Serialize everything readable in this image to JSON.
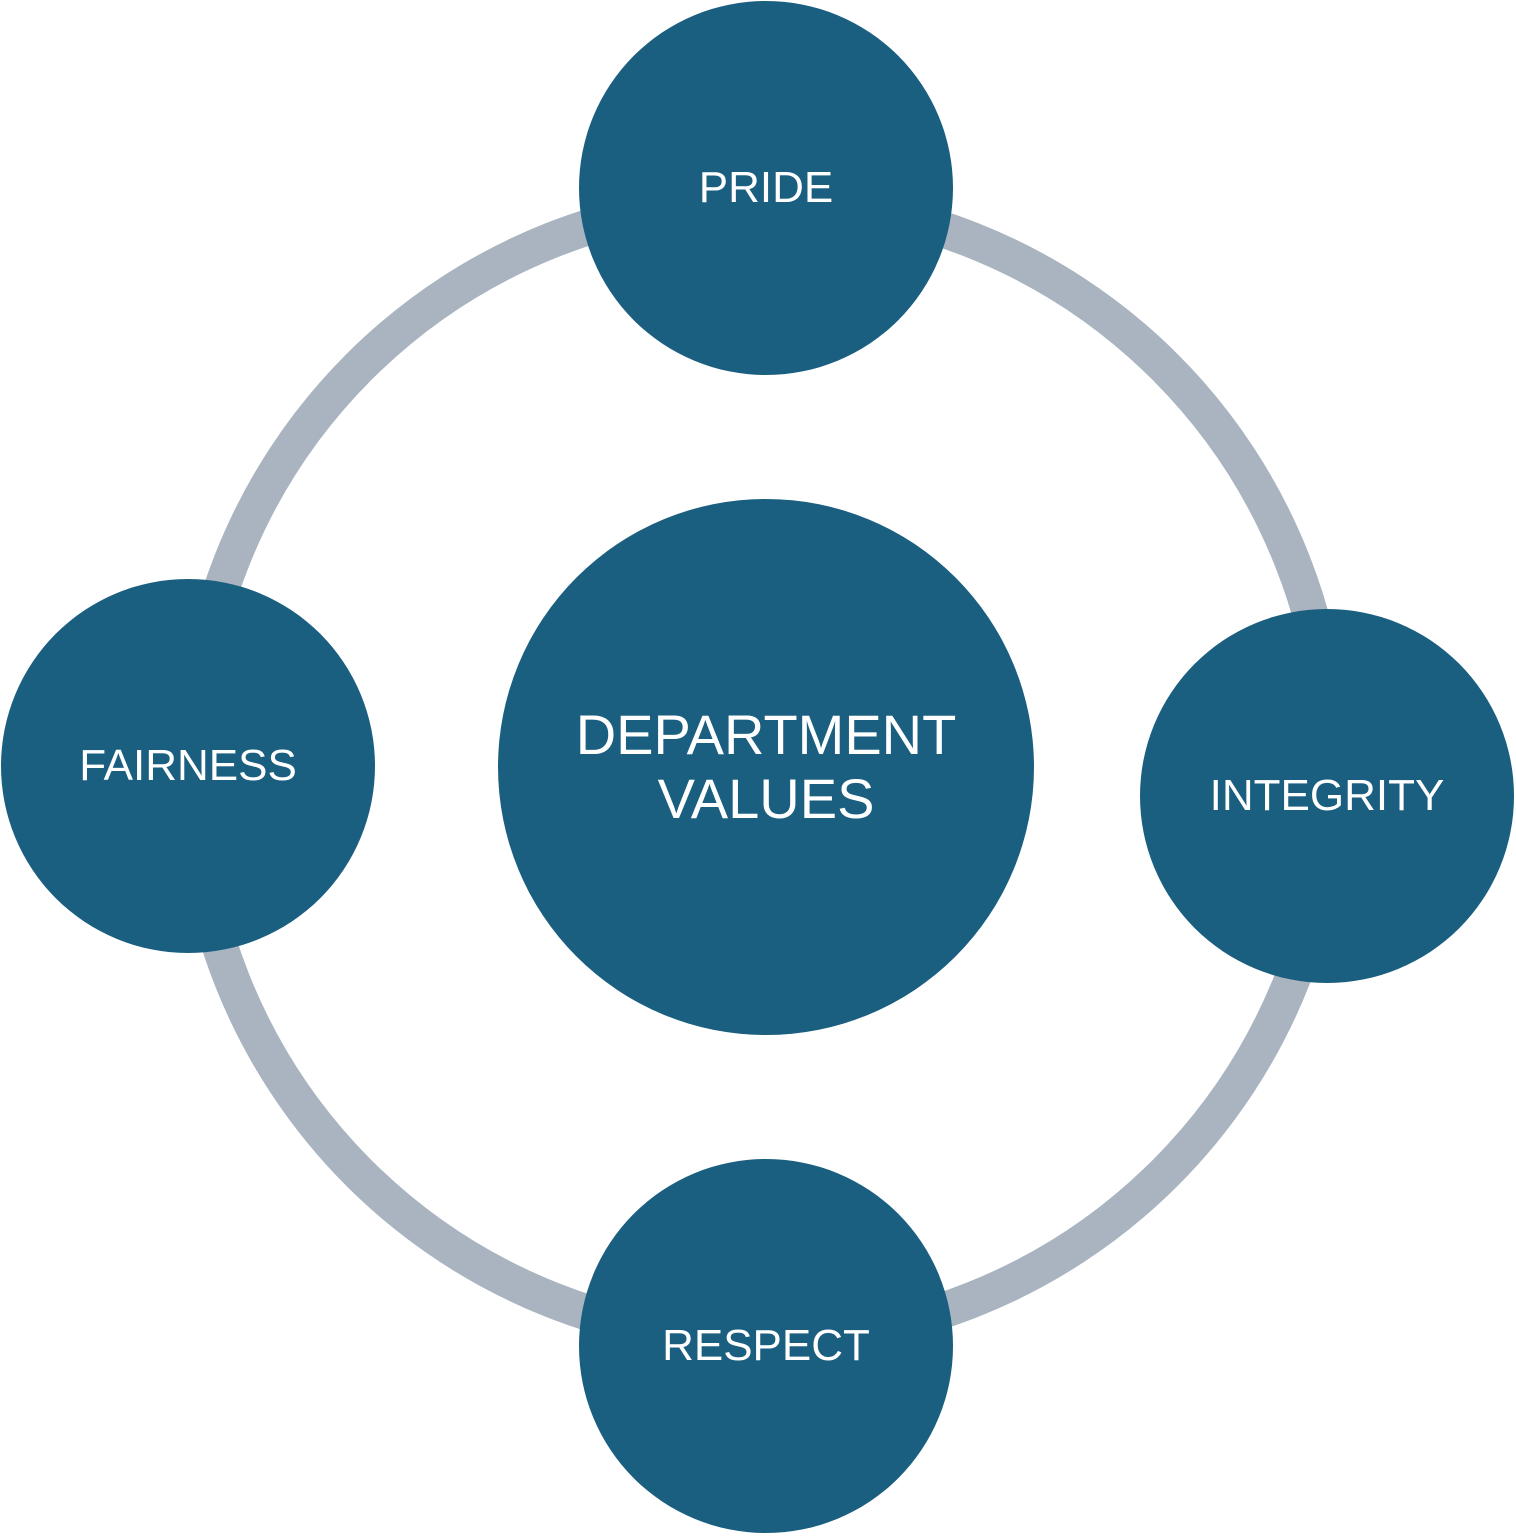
{
  "colors": {
    "node": "#1a5e80",
    "ring": "#a9b4c0",
    "text": "#ffffff"
  },
  "center": {
    "line1": "DEPARTMENT",
    "line2": "VALUES"
  },
  "values": {
    "top": "PRIDE",
    "right": "INTEGRITY",
    "bottom": "RESPECT",
    "left": "FAIRNESS"
  }
}
